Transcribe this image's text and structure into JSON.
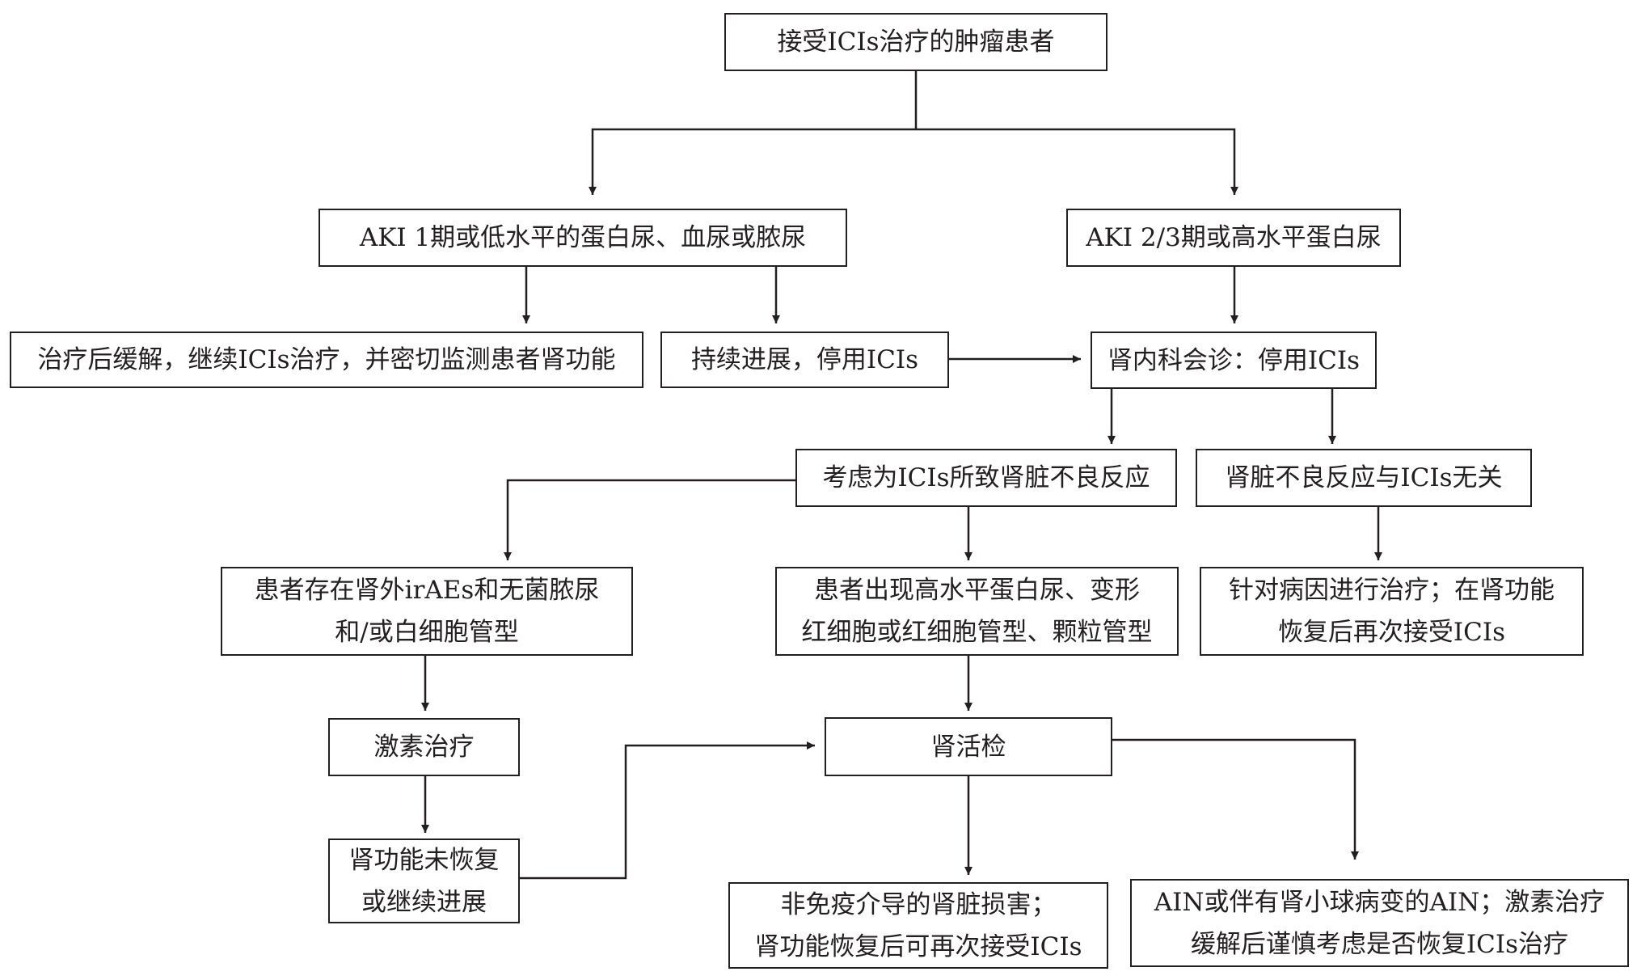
{
  "nodes": {
    "start": "接受ICIs治疗的肿瘤患者",
    "aki1": "AKI 1期或低水平的蛋白尿、血尿或脓尿",
    "aki23": "AKI 2/3期或高水平蛋白尿",
    "remission": "治疗后缓解，继续ICIs治疗，并密切监测患者肾功能",
    "progress_stop": "持续进展，停用ICIs",
    "nephro_consult": "肾内科会诊：停用ICIs",
    "ici_related": "考虑为ICIs所致肾脏不良反应",
    "ici_unrelated": "肾脏不良反应与ICIs无关",
    "extrarenal_line1": "患者存在肾外irAEs和无菌脓尿",
    "extrarenal_line2": "和/或白细胞管型",
    "high_protein_line1": "患者出现高水平蛋白尿、变形",
    "high_protein_line2": "红细胞或红细胞管型、颗粒管型",
    "treat_cause_line1": "针对病因进行治疗；在肾功能",
    "treat_cause_line2": "恢复后再次接受ICIs",
    "steroid": "激素治疗",
    "biopsy": "肾活检",
    "not_recovered_line1": "肾功能未恢复",
    "not_recovered_line2": "或继续进展",
    "non_immune_line1": "非免疫介导的肾脏损害；",
    "non_immune_line2": "肾功能恢复后可再次接受ICIs",
    "ain_line1": "AIN或伴有肾小球病变的AIN；激素治疗",
    "ain_line2": "缓解后谨慎考虑是否恢复ICIs治疗"
  }
}
